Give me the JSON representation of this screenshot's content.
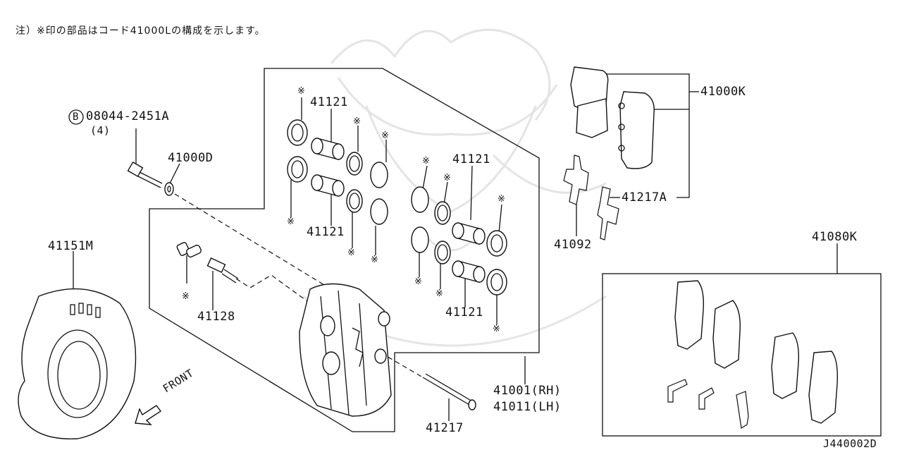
{
  "note": "注）※印の部品はコード41000Lの構成を示します。",
  "marker": "※",
  "bolt_symbol": "B",
  "labels": {
    "bolt_part": "08044-2451A",
    "bolt_qty": "(4)",
    "washer": "41000D",
    "dust_shield": "41151M",
    "pin_bolt": "41128",
    "piston_upper": "41121",
    "piston_lower_left": "41121",
    "piston_upper_right": "41121",
    "piston_lower_right": "41121",
    "pad_kit": "41000K",
    "shim": "41217A",
    "clip": "41092",
    "pad_set": "41080K",
    "caliper_rh": "41001(RH)",
    "caliper_lh": "41011(LH)",
    "pin": "41217",
    "front": "FRONT",
    "diagram_code": "J440002D"
  }
}
